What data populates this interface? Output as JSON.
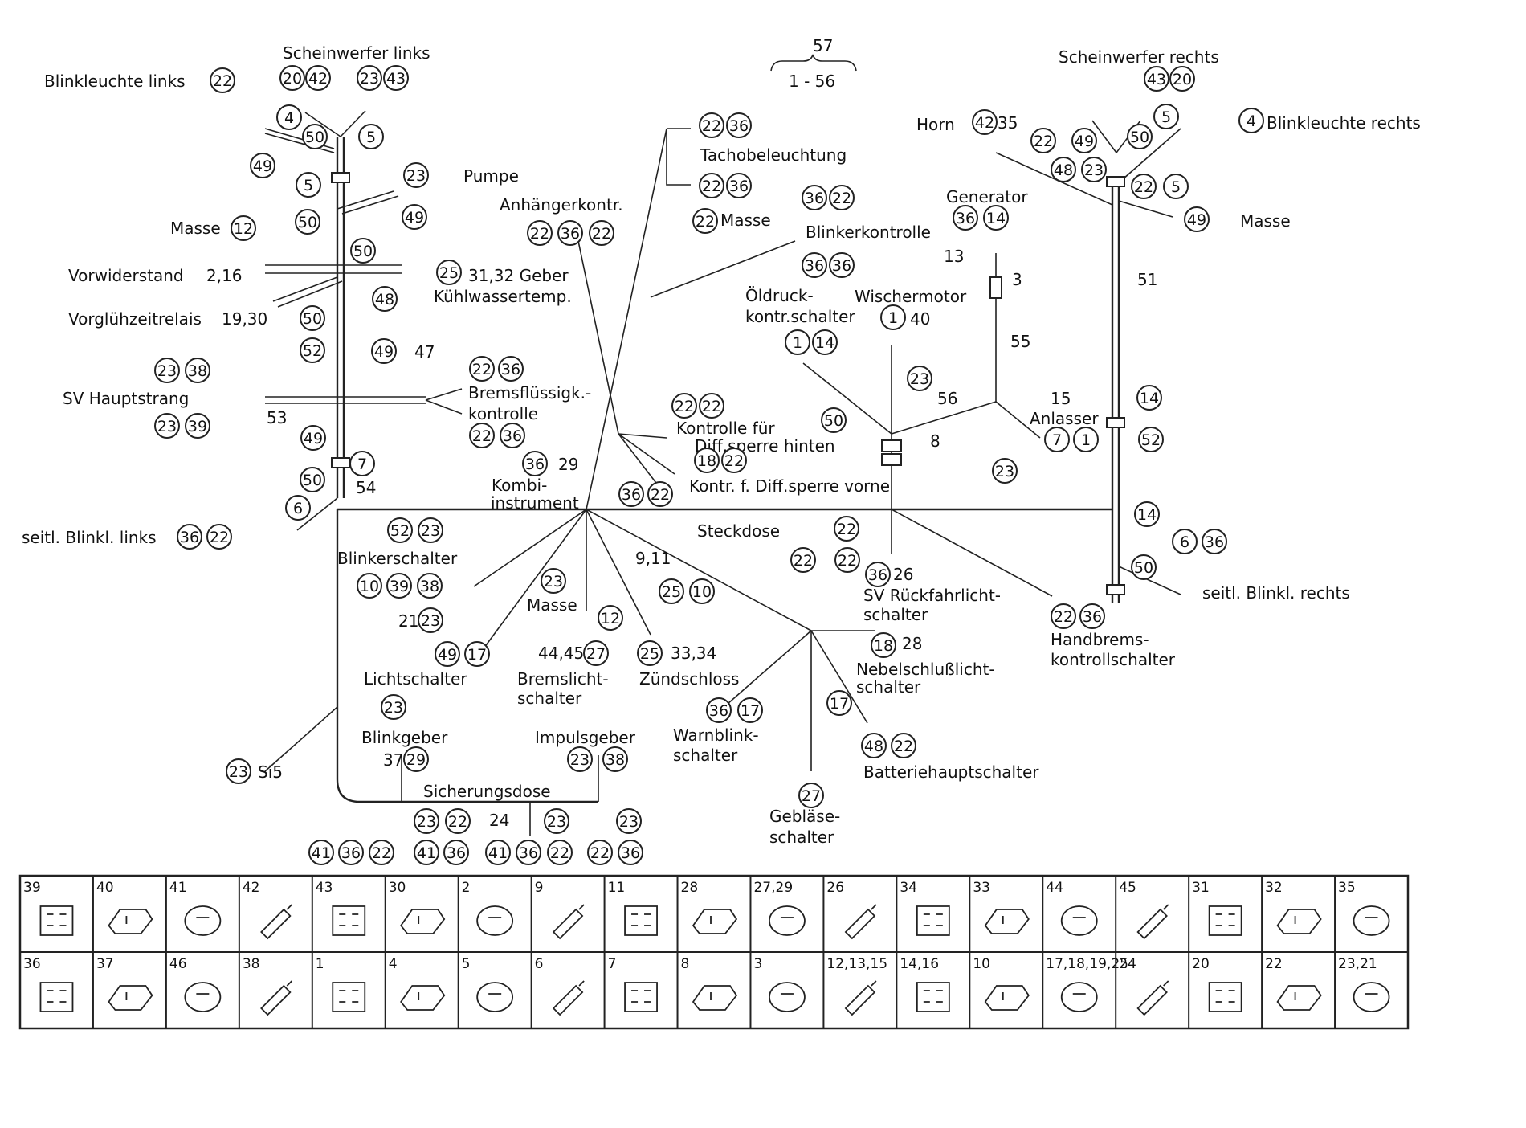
{
  "header": {
    "top_number": "57",
    "range": "1 - 56"
  },
  "labels": [
    {
      "id": "scheinwerfer-links",
      "text": "Scheinwerfer links"
    },
    {
      "id": "blinkleuchte-links",
      "text": "Blinkleuchte links"
    },
    {
      "id": "pumpe",
      "text": "Pumpe"
    },
    {
      "id": "masse-left",
      "text": "Masse"
    },
    {
      "id": "vorwiderstand",
      "text": "Vorwiderstand"
    },
    {
      "id": "vorwiderstand-num",
      "text": "2,16"
    },
    {
      "id": "geber",
      "text": "31,32 Geber"
    },
    {
      "id": "kuehlwasser",
      "text": "Kühlwassertemp."
    },
    {
      "id": "vorgluehzeitrelais",
      "text": "Vorglühzeitrelais"
    },
    {
      "id": "vorgluehzeitrelais-num",
      "text": "19,30"
    },
    {
      "id": "sv-hauptstrang",
      "text": "SV Hauptstrang"
    },
    {
      "id": "n53",
      "text": "53"
    },
    {
      "id": "n47",
      "text": "47"
    },
    {
      "id": "bremsfl1",
      "text": "Bremsflüssigk.-"
    },
    {
      "id": "bremsfl2",
      "text": "kontrolle"
    },
    {
      "id": "n54",
      "text": "54"
    },
    {
      "id": "seitl-links",
      "text": "seitl. Blinkl.  links"
    },
    {
      "id": "anhaengerkontr",
      "text": "Anhängerkontr."
    },
    {
      "id": "tachobeleuchtung",
      "text": "Tachobeleuchtung"
    },
    {
      "id": "masse-center",
      "text": "Masse"
    },
    {
      "id": "blinkerkontrolle",
      "text": "Blinkerkontrolle"
    },
    {
      "id": "kontrolle-fuer",
      "text": "Kontrolle für"
    },
    {
      "id": "diff-hinten",
      "text": "Diff.sperre hinten"
    },
    {
      "id": "kontr-vorne",
      "text": "Kontr. f. Diff.sperre  vorne"
    },
    {
      "id": "n18-29",
      "text": "29"
    },
    {
      "id": "kombi1",
      "text": "Kombi-"
    },
    {
      "id": "kombi2",
      "text": "instrument"
    },
    {
      "id": "generator",
      "text": "Generator"
    },
    {
      "id": "n13",
      "text": "13"
    },
    {
      "id": "n3",
      "text": "3"
    },
    {
      "id": "oeldruck1",
      "text": "Öldruck-"
    },
    {
      "id": "oeldruck2",
      "text": "kontr.schalter"
    },
    {
      "id": "wischermotor",
      "text": "Wischermotor"
    },
    {
      "id": "n40",
      "text": "40"
    },
    {
      "id": "n55",
      "text": "55"
    },
    {
      "id": "n56",
      "text": "56"
    },
    {
      "id": "n15",
      "text": "15"
    },
    {
      "id": "anlasser",
      "text": "Anlasser"
    },
    {
      "id": "n8",
      "text": "8"
    },
    {
      "id": "scheinwerfer-rechts",
      "text": "Scheinwerfer rechts"
    },
    {
      "id": "horn",
      "text": "Horn"
    },
    {
      "id": "horn-num",
      "text": "35"
    },
    {
      "id": "blinkleuchte-rechts",
      "text": "Blinkleuchte rechts"
    },
    {
      "id": "masse-right",
      "text": "Masse"
    },
    {
      "id": "n51",
      "text": "51"
    },
    {
      "id": "seitl-rechts",
      "text": "seitl. Blinkl. rechts"
    },
    {
      "id": "handbrems1",
      "text": "Handbrems-"
    },
    {
      "id": "handbrems2",
      "text": "kontrollschalter"
    },
    {
      "id": "steckdose",
      "text": "Steckdose"
    },
    {
      "id": "sv-rueck1",
      "text": "SV Rückfahrlicht-"
    },
    {
      "id": "sv-rueck2",
      "text": "schalter"
    },
    {
      "id": "n26",
      "text": "26"
    },
    {
      "id": "n28",
      "text": "28"
    },
    {
      "id": "nebel1",
      "text": "Nebelschlußlicht-"
    },
    {
      "id": "nebel2",
      "text": "schalter"
    },
    {
      "id": "warnblink1",
      "text": "Warnblink-"
    },
    {
      "id": "warnblink2",
      "text": "schalter"
    },
    {
      "id": "batterie",
      "text": "Batteriehauptschalter"
    },
    {
      "id": "geblaese1",
      "text": "Gebläse-"
    },
    {
      "id": "geblaese2",
      "text": "schalter"
    },
    {
      "id": "blinkerschalter",
      "text": "Blinkerschalter"
    },
    {
      "id": "n21",
      "text": "21"
    },
    {
      "id": "masse-bottom",
      "text": "Masse"
    },
    {
      "id": "n4445",
      "text": "44,45"
    },
    {
      "id": "bremslicht1",
      "text": "Bremslicht-"
    },
    {
      "id": "bremslicht2",
      "text": "schalter"
    },
    {
      "id": "n911",
      "text": "9,11"
    },
    {
      "id": "n3334",
      "text": "33,34"
    },
    {
      "id": "zuendschloss",
      "text": "Zündschloss"
    },
    {
      "id": "lichtschalter",
      "text": "Lichtschalter"
    },
    {
      "id": "si5",
      "text": "Si5"
    },
    {
      "id": "blinkgeber",
      "text": "Blinkgeber"
    },
    {
      "id": "n37",
      "text": "37"
    },
    {
      "id": "impulsgeber",
      "text": "Impulsgeber"
    },
    {
      "id": "sicherungsdose",
      "text": "Sicherungsdose"
    },
    {
      "id": "n24",
      "text": "24"
    }
  ],
  "circles": [
    "22",
    "20",
    "42",
    "23",
    "43",
    "4",
    "50",
    "5",
    "49",
    "5",
    "23",
    "50",
    "12",
    "49",
    "50",
    "25",
    "48",
    "50",
    "52",
    "49",
    "23",
    "38",
    "22",
    "36",
    "23",
    "39",
    "22",
    "36",
    "49",
    "7",
    "50",
    "6",
    "36",
    "22",
    "22",
    "36",
    "22",
    "36",
    "22",
    "36",
    "22",
    "22",
    "36",
    "22",
    "36",
    "36",
    "22",
    "22",
    "36",
    "22",
    "36",
    "18",
    "22",
    "36",
    "14",
    "1",
    "14",
    "1",
    "23",
    "50",
    "48",
    "23",
    "43",
    "20",
    "42",
    "22",
    "49",
    "50",
    "5",
    "4",
    "22",
    "5",
    "49",
    "14",
    "52",
    "7",
    "1",
    "14",
    "50",
    "6",
    "36",
    "22",
    "22",
    "36",
    "22",
    "22",
    "36",
    "18",
    "17",
    "48",
    "22",
    "36",
    "17",
    "27",
    "23",
    "52",
    "23",
    "10",
    "39",
    "38",
    "23",
    "23",
    "12",
    "49",
    "17",
    "27",
    "25",
    "25",
    "10",
    "23",
    "23",
    "29",
    "23",
    "38",
    "23",
    "22",
    "23",
    "41",
    "36",
    "22",
    "41",
    "36",
    "41",
    "36",
    "22",
    "23",
    "22",
    "36",
    "41"
  ],
  "legend": {
    "row1": [
      "39",
      "40",
      "41",
      "42",
      "43",
      "30",
      "2",
      "9",
      "11",
      "28",
      "27,29",
      "26",
      "34",
      "33",
      "44",
      "45",
      "31",
      "32",
      "35"
    ],
    "row2": [
      "36",
      "37",
      "46",
      "38",
      "1",
      "4",
      "5",
      "6",
      "7",
      "8",
      "3",
      "12,13,15",
      "14,16",
      "10",
      "17,18,19,25",
      "24",
      "20",
      "22",
      "23,21"
    ]
  }
}
